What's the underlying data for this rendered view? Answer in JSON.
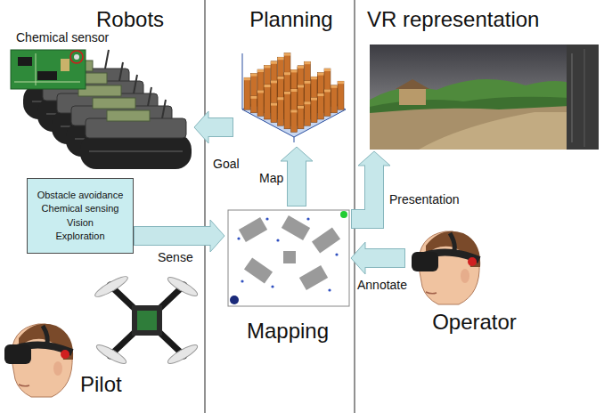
{
  "diagram": {
    "nodes": [
      {
        "text": [
          "Robots"
        ]
      },
      {
        "text": [
          "Planning"
        ]
      },
      {
        "text": [
          "VR representation"
        ]
      },
      {
        "text": [
          "Obstacle avoidance",
          "Chemical sensing",
          "Vision",
          "Exploration"
        ]
      },
      {
        "text": [
          "Mapping"
        ]
      },
      {
        "text": [
          "Operator"
        ]
      },
      {
        "text": [
          "Pilot"
        ]
      }
    ],
    "edges": [
      {
        "from": 1,
        "to": 0,
        "arrow": "to",
        "label": "Goal"
      },
      {
        "from": 4,
        "to": 1,
        "arrow": "to",
        "label": "Map"
      },
      {
        "from": 4,
        "to": 2,
        "arrow": "to",
        "label": "Presentation"
      },
      {
        "from": 3,
        "to": 4,
        "arrow": "to",
        "label": "Sense"
      },
      {
        "from": 5,
        "to": 4,
        "arrow": "to",
        "label": "Annotate"
      }
    ],
    "labels": [
      "Chemical sensor"
    ]
  }
}
